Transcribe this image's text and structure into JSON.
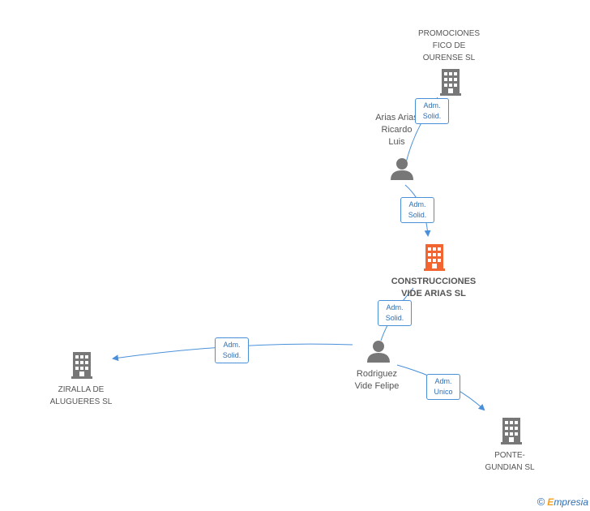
{
  "colors": {
    "edge": "#4a90d9",
    "company_icon": "#777777",
    "center_icon": "#f26531",
    "person_icon": "#777777"
  },
  "nodes": {
    "promociones": {
      "label": "PROMOCIONES\nFICO DE\nOURENSE SL",
      "icon": "building-icon"
    },
    "arias": {
      "label": "Arias Arias\nRicardo\nLuis",
      "icon": "person-icon"
    },
    "construcciones": {
      "label": "CONSTRUCCIONES\nVIDE ARIAS SL",
      "icon": "building-icon"
    },
    "rodriguez": {
      "label": "Rodriguez\nVide Felipe",
      "icon": "person-icon"
    },
    "ziralla": {
      "label": "ZIRALLA DE\nALUGUERES SL",
      "icon": "building-icon"
    },
    "ponte": {
      "label": "PONTE-\nGUNDIAN SL",
      "icon": "building-icon"
    }
  },
  "edges": {
    "arias_promociones": "Adm.\nSolid.",
    "arias_construcciones": "Adm.\nSolid.",
    "rodriguez_construcciones": "Adm.\nSolid.",
    "rodriguez_ziralla": "Adm.\nSolid.",
    "rodriguez_ponte": "Adm.\nUnico"
  },
  "footer": {
    "copyright": "©",
    "brand_first": "E",
    "brand_rest": "mpresia"
  }
}
